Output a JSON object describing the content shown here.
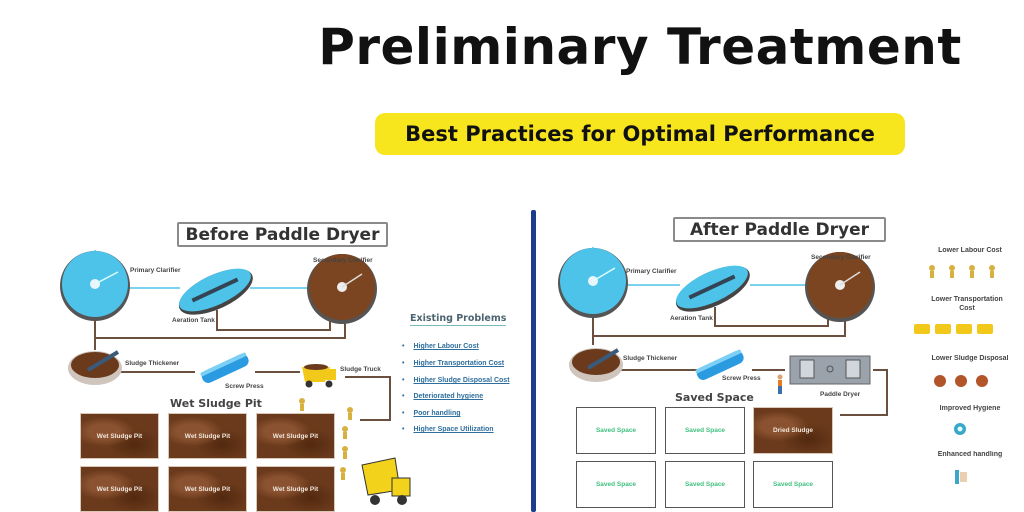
{
  "header": {
    "title": "Preliminary Treatment",
    "subtitle": "Best Practices for Optimal Performance"
  },
  "before": {
    "title": "Before Paddle Dryer",
    "labels": {
      "primary": "Primary Clarifier",
      "aeration": "Aeration Tank",
      "secondary": "Secondary Clarifier",
      "thickener": "Sludge Thickener",
      "screw": "Screw Press",
      "truck": "Sludge Truck"
    },
    "pit_heading": "Wet Sludge Pit",
    "pits": [
      "Wet Sludge Pit",
      "Wet Sludge Pit",
      "Wet Sludge Pit",
      "Wet Sludge Pit",
      "Wet Sludge Pit",
      "Wet Sludge Pit"
    ],
    "problems_title": "Existing Problems",
    "problems": [
      "Higher Labour Cost",
      "Higher Transportation Cost",
      "Higher Sludge Disposal Cost",
      "Deteriorated hygiene",
      "Poor handling",
      "Higher Space Utilization"
    ]
  },
  "after": {
    "title": "After Paddle Dryer",
    "labels": {
      "primary": "Primary Clarifier",
      "aeration": "Aeration Tank",
      "secondary": "Secondary Clarifier",
      "thickener": "Sludge Thickener",
      "screw": "Screw Press",
      "dryer": "Paddle Dryer"
    },
    "space_heading": "Saved Space",
    "boxes": [
      "Saved Space",
      "Saved Space",
      "Dried Sludge",
      "Saved Space",
      "Saved Space",
      "Saved Space"
    ],
    "benefits": [
      "Lower Labour Cost",
      "Lower Transportation Cost",
      "Lower Sludge Disposal",
      "Improved Hygiene",
      "Enhanced handling"
    ]
  },
  "colors": {
    "yellow": "#f7e51e",
    "divider": "#1c3c8c",
    "water": "#4ec3ea",
    "sludge": "#7a4520",
    "pipe": "#6b5040"
  }
}
